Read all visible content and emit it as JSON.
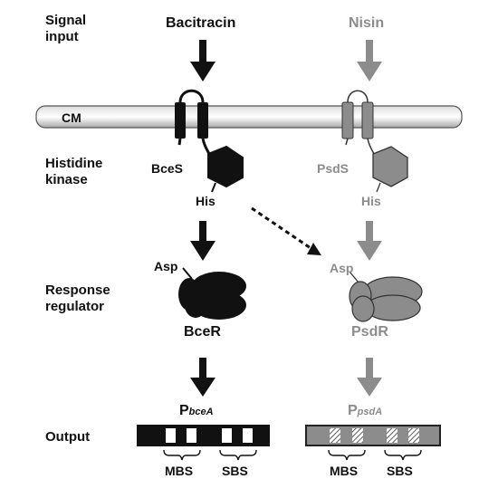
{
  "row_labels": {
    "signal_input": [
      "Signal",
      "input"
    ],
    "membrane": "CM",
    "histidine_kinase": [
      "Histidine",
      "kinase"
    ],
    "response_regulator": [
      "Response",
      "regulator"
    ],
    "output": "Output"
  },
  "left_pathway": {
    "signal": "Bacitracin",
    "kinase": "BceS",
    "his": "His",
    "asp": "Asp",
    "regulator": "BceR",
    "promoter_letter": "P",
    "promoter_sub": "bceA",
    "mbs": "MBS",
    "sbs": "SBS",
    "color": "#111111"
  },
  "right_pathway": {
    "signal": "Nisin",
    "kinase": "PsdS",
    "his": "His",
    "asp": "Asp",
    "regulator": "PsdR",
    "promoter_letter": "P",
    "promoter_sub": "psdA",
    "mbs": "MBS",
    "sbs": "SBS",
    "color": "#8c8c8c"
  }
}
